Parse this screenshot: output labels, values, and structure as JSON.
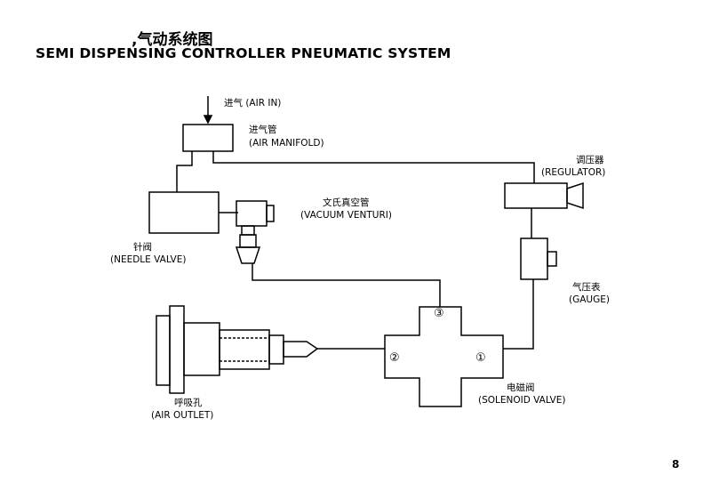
{
  "title": {
    "cn": ",气动系统图",
    "en": "SEMI DISPENSING CONTROLLER PNEUMATIC SYSTEM"
  },
  "labels": {
    "air_in": "进气    (AIR IN)",
    "manifold_cn": "进气管",
    "manifold_en": "(AIR MANIFOLD)",
    "regulator_cn": "调压器",
    "regulator_en": "(REGULATOR)",
    "venturi_cn": "文氏真空管",
    "venturi_en": "(VACUUM VENTURI)",
    "needle_cn": "针阀",
    "needle_en": "(NEEDLE VALVE)",
    "gauge_cn": "气压表",
    "gauge_en": "(GAUGE)",
    "solenoid_cn": "电磁阀",
    "solenoid_en": "(SOLENOID VALVE)",
    "outlet_cn": "呼吸孔",
    "outlet_en": "(AIR OUTLET)"
  },
  "ports": {
    "p1": "①",
    "p2": "②",
    "p3": "③"
  },
  "page_number": "8"
}
